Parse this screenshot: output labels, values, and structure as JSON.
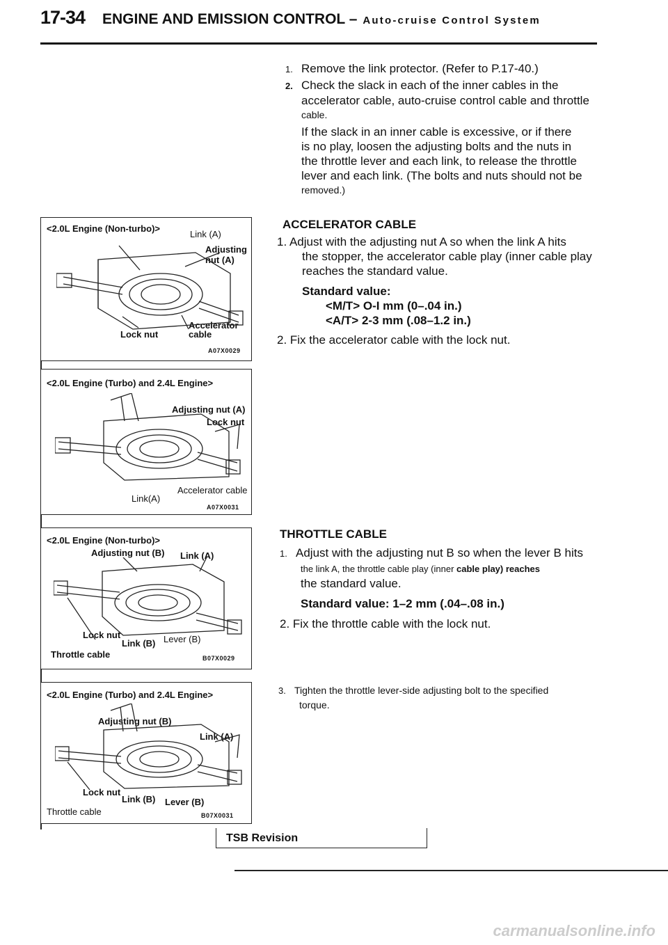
{
  "header": {
    "page_number": "17-34",
    "title": "ENGINE AND EMISSION CONTROL –",
    "subtitle": "Auto-cruise Control System"
  },
  "intro": {
    "step1_num": "1.",
    "step1_text": "Remove the link protector. (Refer to P.17-40.)",
    "step2_num": "2.",
    "step2_line1": "Check the slack in each of the inner cables in the",
    "step2_line2": "accelerator cable, auto-cruise control cable and throttle",
    "step2_line3": "cable.",
    "step2_line4": "If the slack in an inner cable is excessive, or if there",
    "step2_line5": "is no play, loosen the adjusting bolts and the nuts in",
    "step2_line6": "the throttle lever and each link, to release the throttle",
    "step2_line7": "lever and each link. (The bolts and nuts should not be",
    "step2_line8": "removed.)"
  },
  "accelerator": {
    "heading": "ACCELERATOR CABLE",
    "s1_line1": "1. Adjust with the adjusting nut A so when the link A hits",
    "s1_line2": "the stopper, the accelerator cable play (inner cable play",
    "s1_line3": "reaches the standard value.",
    "std_label": "Standard value:",
    "std_mt": "<M/T> O-I mm (0–.04 in.)",
    "std_at": "<A/T> 2-3 mm (.08–1.2 in.)",
    "s2": "2. Fix the accelerator cable with the lock nut."
  },
  "throttle": {
    "heading": "THROTTLE CABLE",
    "s1_num": "1.",
    "s1_line1": "Adjust with the adjusting nut B so when the lever B hits",
    "s1_line2a": "the link A, the throttle cable play (inner",
    "s1_line2b": "cable play) reaches",
    "s1_line3": "the standard value.",
    "std": "Standard value: 1–2 mm (.04–.08 in.)",
    "s2": "2. Fix the throttle cable with the lock nut.",
    "s3_num": "3.",
    "s3_line1": "Tighten the throttle lever-side adjusting bolt to the specified",
    "s3_line2": "torque."
  },
  "figures": [
    {
      "title": "<2.0L Engine (Non-turbo)>",
      "labels": [
        "Link (A)",
        "Adjusting nut (A)",
        "Lock nut",
        "Accelerator cable"
      ],
      "code": "A07X0029"
    },
    {
      "title": "<2.0L Engine (Turbo) and 2.4L Engine>",
      "labels": [
        "Adjusting nut (A)",
        "Lock nut",
        "Accelerator cable",
        "Link(A)"
      ],
      "code": "A07X0031"
    },
    {
      "title": "<2.0L Engine (Non-turbo)>",
      "labels": [
        "Adjusting nut (B)",
        "Link (A)",
        "Lock nut",
        "Link (B)",
        "Lever (B)",
        "Throttle cable"
      ],
      "code": "B07X0029"
    },
    {
      "title": "<2.0L Engine (Turbo) and 2.4L Engine>",
      "labels": [
        "Adjusting nut (B)",
        "Link (A)",
        "Lock nut",
        "Link (B)",
        "Lever (B)",
        "Throttle cable"
      ],
      "code": "B07X0031"
    }
  ],
  "footer": {
    "tsb": "TSB Revision",
    "watermark": "carmanualsonline.info"
  }
}
